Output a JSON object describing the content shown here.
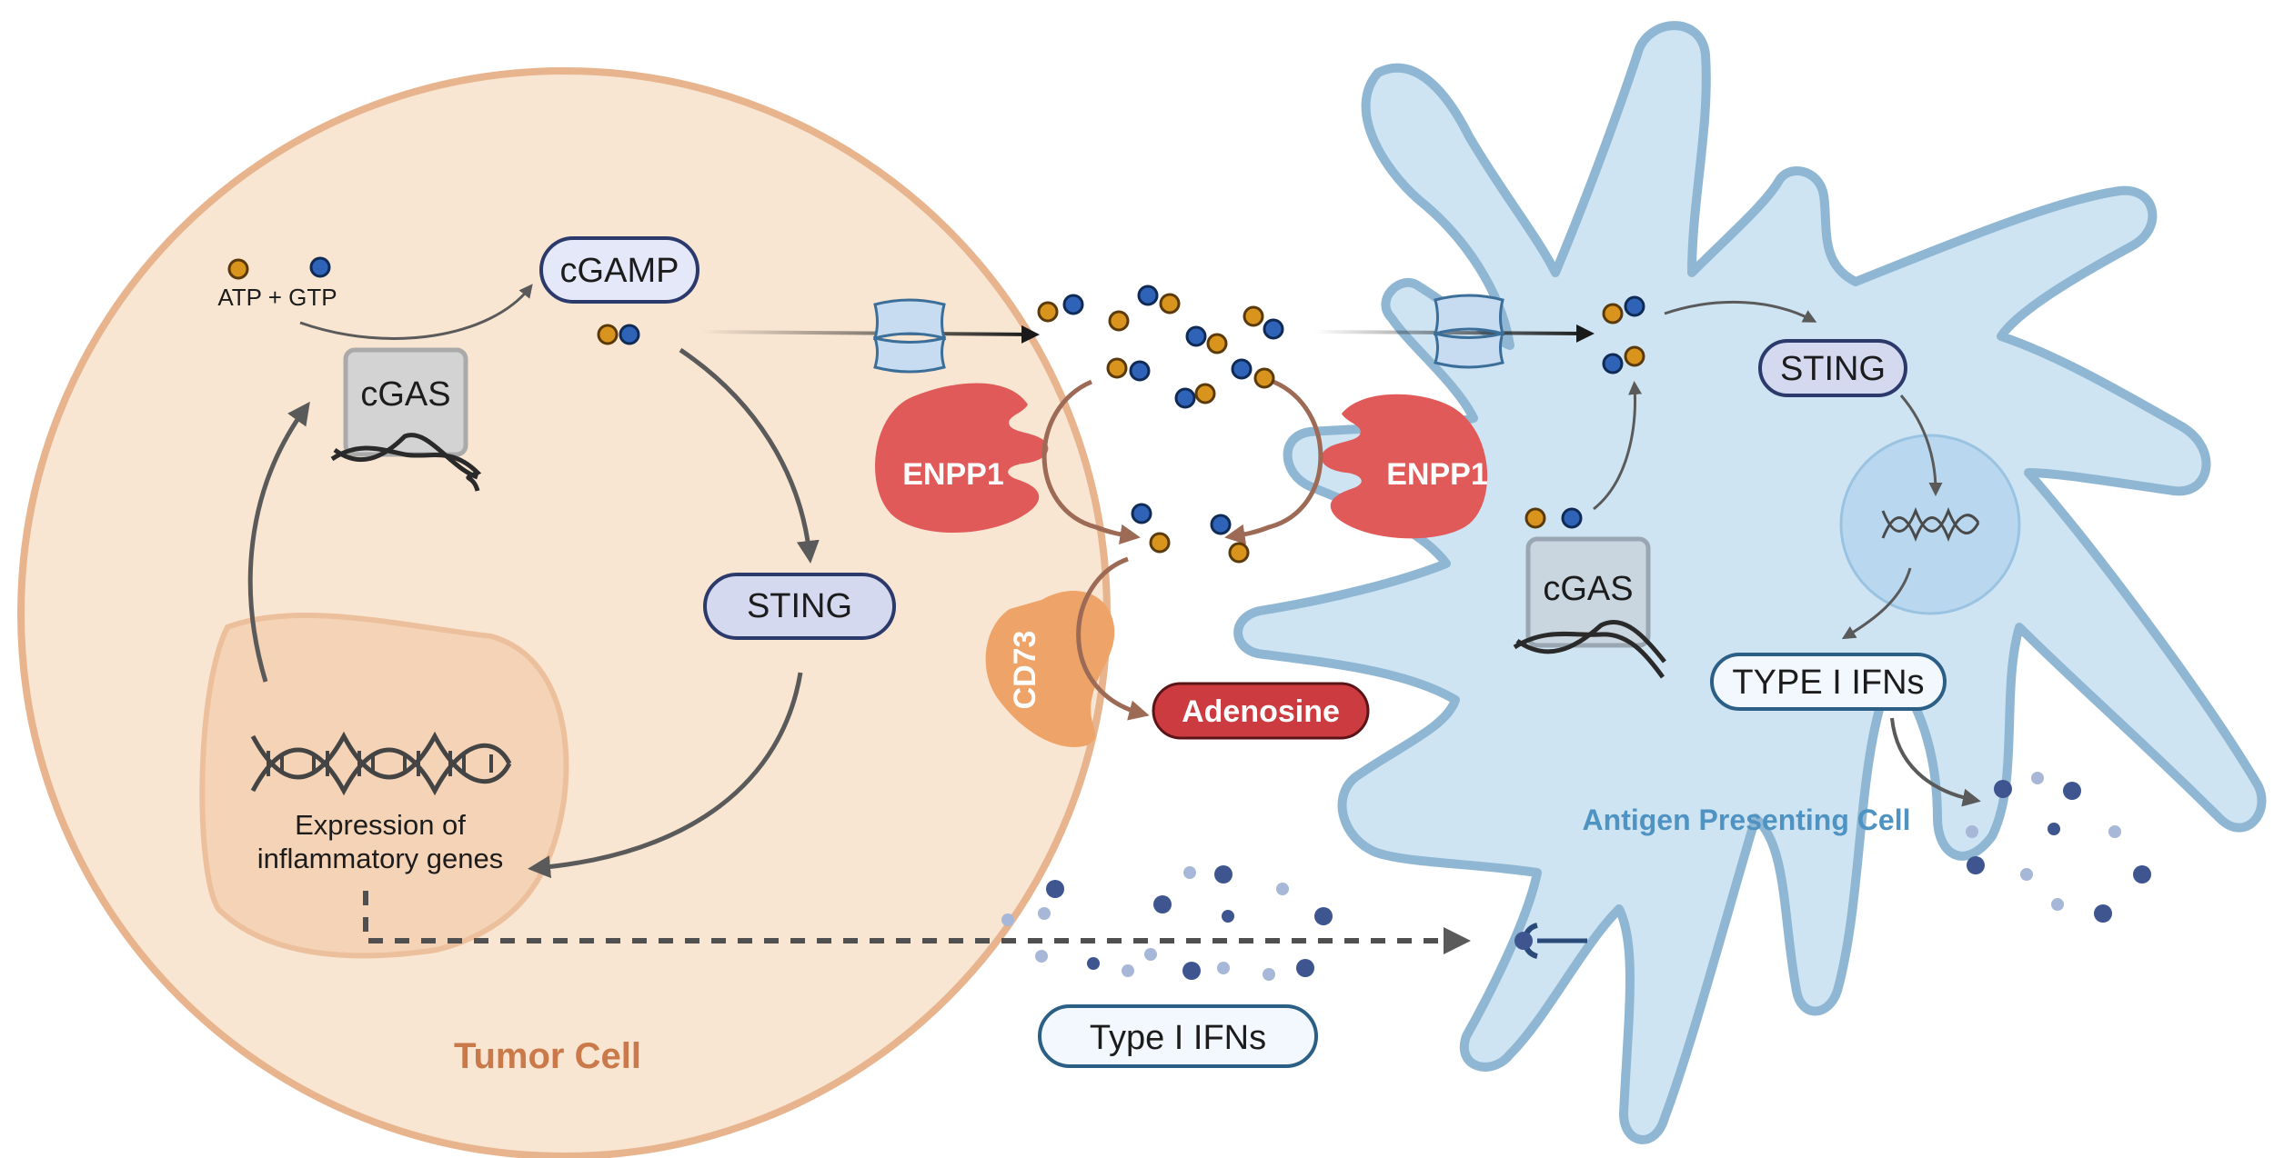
{
  "tumor_cell": {
    "title": "Tumor Cell",
    "atp_gtp": "ATP + GTP",
    "cgamp": "cGAMP",
    "cgas": "cGAS",
    "sting": "STING",
    "expression_line1": "Expression of",
    "expression_line2": "inflammatory genes"
  },
  "extracellular": {
    "enpp1_left": "ENPP1",
    "enpp1_right": "ENPP1",
    "cd73": "CD73",
    "adenosine": "Adenosine",
    "type1_ifns": "Type I IFNs"
  },
  "apc": {
    "title": "Antigen Presenting Cell",
    "cgas": "cGAS",
    "sting": "STING",
    "type1_ifns": "TYPE I IFNs"
  },
  "colors": {
    "tumor_fill": "#f9e6d2",
    "tumor_stroke": "#e8b48e",
    "nucleus_fill": "#f5d3b6",
    "apc_fill": "#cfe4f3",
    "apc_stroke": "#8fb7d3",
    "enpp1": "#e05a5a",
    "cd73": "#eea368",
    "adenosine": "#cc3b3f",
    "atp_dot": "#d9941e",
    "gtp_dot": "#2f63b8",
    "ifn_dot": "#3e5590"
  }
}
